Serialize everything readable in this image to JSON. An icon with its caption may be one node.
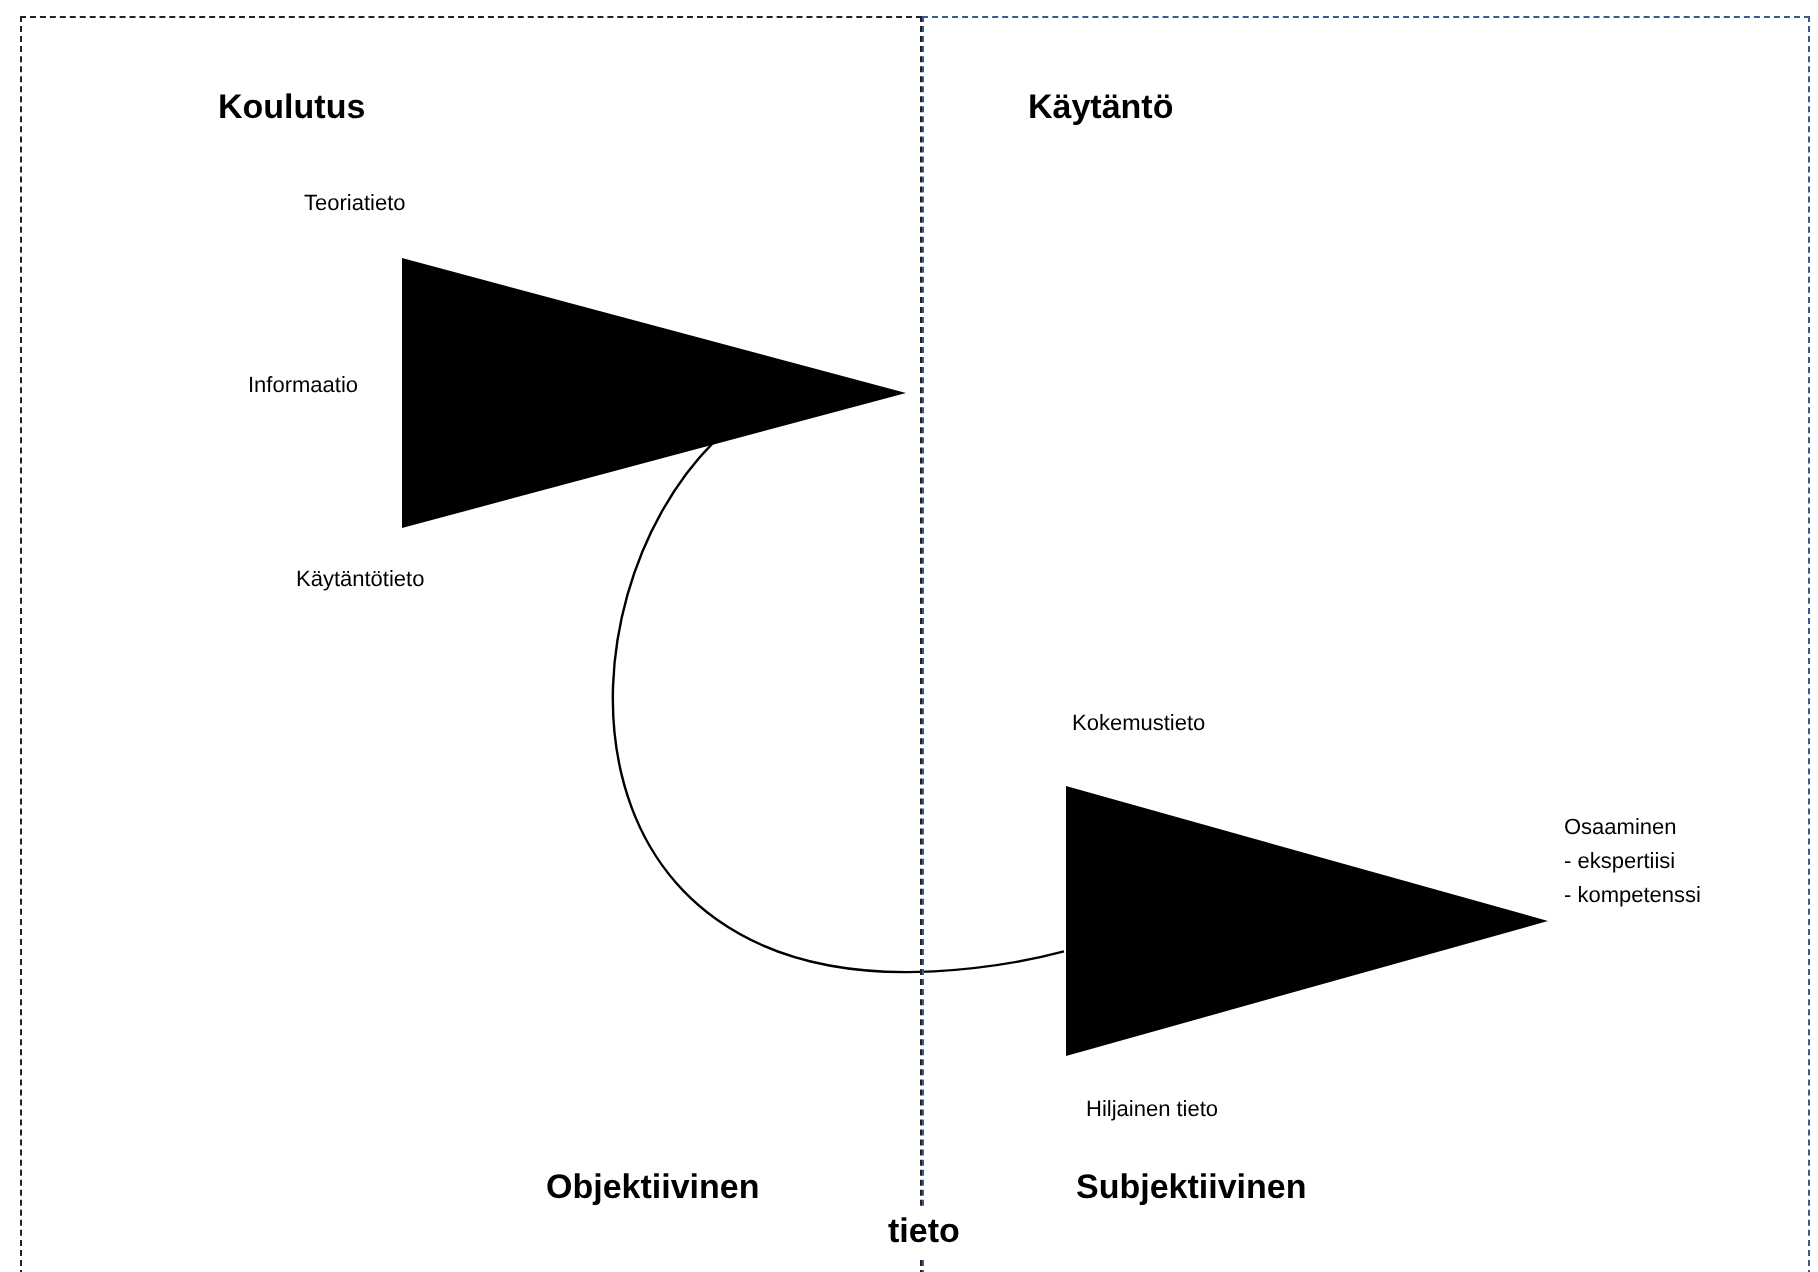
{
  "diagram": {
    "nodes": [
      {
        "text": [
          "Koulutus"
        ]
      },
      {
        "text": [],
        "shape": "triangle",
        "in": 0,
        "beside": [
          "Teoriatieto",
          "Informaatio",
          "Käytäntötieto"
        ]
      },
      {
        "text": [
          "Käytäntö"
        ]
      },
      {
        "text": [],
        "shape": "triangle",
        "in": 2,
        "beside": [
          "Kokemustieto",
          "Hiljainen tieto",
          "Osaaminen",
          "- ekspertiisi",
          "- kompetenssi"
        ]
      }
    ],
    "edges": [
      {
        "from": 1,
        "to": 3,
        "arrow": "none"
      }
    ],
    "labels": [
      "Objektiivinen",
      "Subjektiivinen",
      "tieto"
    ]
  }
}
